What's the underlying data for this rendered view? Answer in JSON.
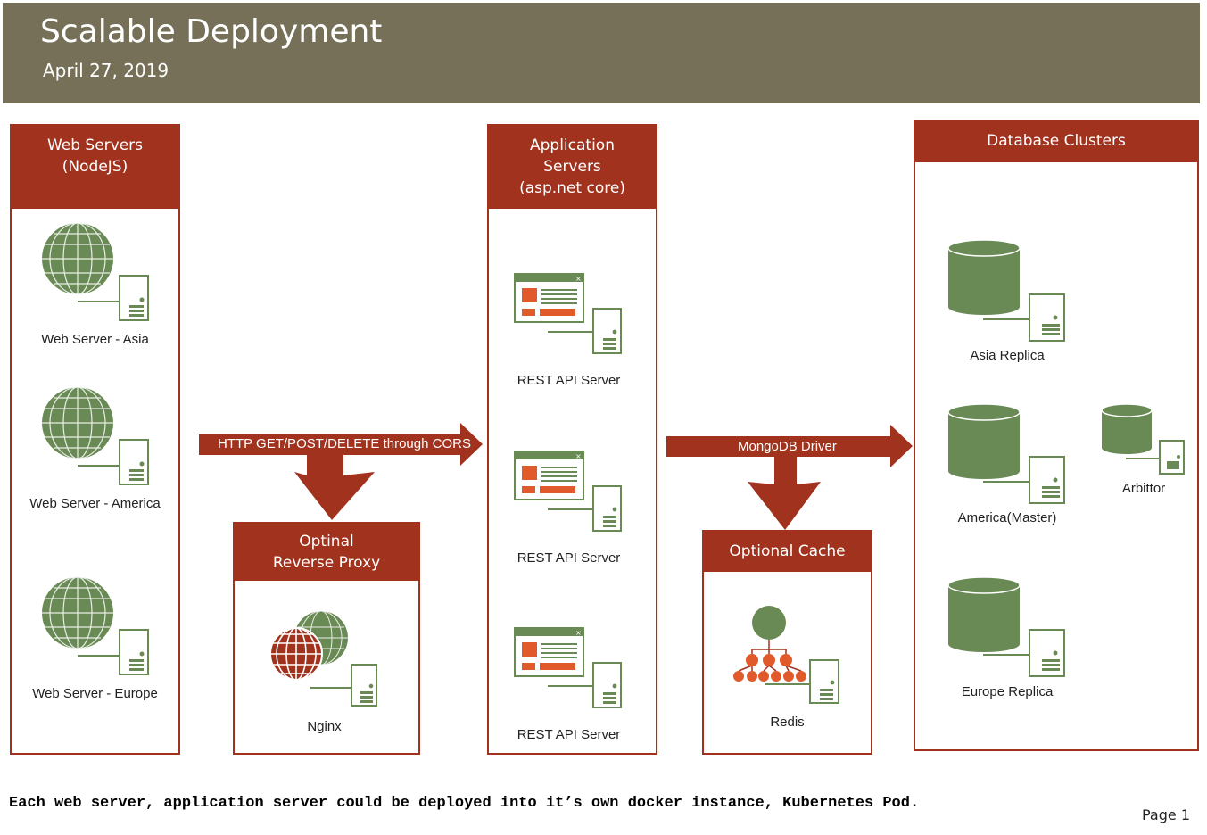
{
  "header": {
    "title": "Scalable Deployment",
    "date": "April 27, 2019"
  },
  "web_servers": {
    "title_line1": "Web Servers",
    "title_line2": "(NodeJS)",
    "items": [
      "Web Server - Asia",
      "Web Server - America",
      "Web Server - Europe"
    ]
  },
  "proxy": {
    "title_line1": "Optinal",
    "title_line2": "Reverse Proxy",
    "item": "Nginx"
  },
  "app_servers": {
    "title_line1": "Application",
    "title_line2": "Servers",
    "title_line3": "(asp.net core)",
    "items": [
      "REST API Server",
      "REST API Server",
      "REST API Server"
    ]
  },
  "cache": {
    "title": "Optional Cache",
    "item": "Redis"
  },
  "db_clusters": {
    "title": "Database Clusters",
    "items": [
      "Asia Replica",
      "America(Master)",
      "Arbittor",
      "Europe Replica"
    ]
  },
  "arrows": {
    "http": "HTTP GET/POST/DELETE through CORS",
    "mongo": "MongoDB Driver"
  },
  "footer": {
    "note": "Each web server, application server could be deployed into it’s own docker instance, Kubernetes Pod.",
    "page": "Page 1"
  },
  "colors": {
    "header": "#757057",
    "accent": "#a1321d",
    "green": "#6a8a55",
    "orange": "#e05a2b"
  },
  "icons": [
    "globe-icon",
    "server-icon",
    "browser-window-icon",
    "database-icon",
    "hierarchy-icon"
  ]
}
